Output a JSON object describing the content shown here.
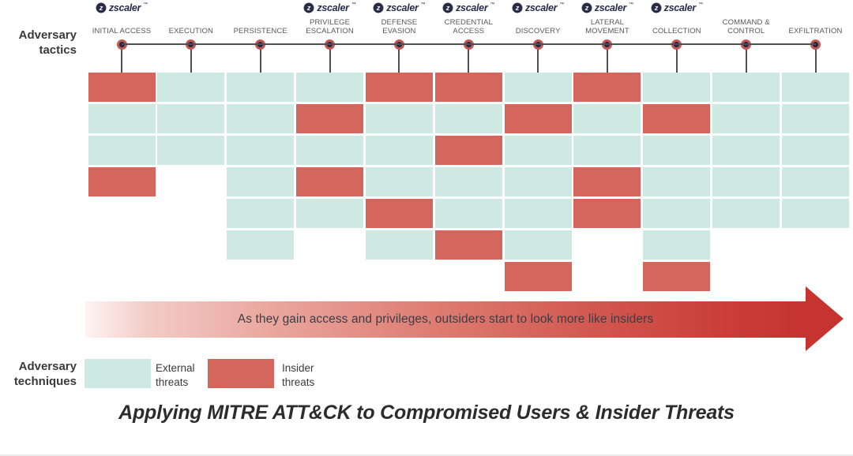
{
  "side_labels": {
    "tactics": "Adversary tactics",
    "techniques": "Adversary techniques"
  },
  "logo": {
    "text": "zscaler",
    "tm": "™"
  },
  "columns": [
    {
      "label": "INITIAL ACCESS",
      "has_logo": true,
      "cells": [
        "insider",
        "external",
        "external",
        "insider"
      ]
    },
    {
      "label": "EXECUTION",
      "has_logo": false,
      "cells": [
        "external",
        "external",
        "external"
      ]
    },
    {
      "label": "PERSISTENCE",
      "has_logo": false,
      "cells": [
        "external",
        "external",
        "external",
        "external",
        "external",
        "external"
      ]
    },
    {
      "label": "PRIVILEGE ESCALATION",
      "has_logo": true,
      "cells": [
        "external",
        "insider",
        "external",
        "insider",
        "external"
      ]
    },
    {
      "label": "DEFENSE EVASION",
      "has_logo": true,
      "cells": [
        "insider",
        "external",
        "external",
        "external",
        "insider",
        "external"
      ]
    },
    {
      "label": "CREDENTIAL ACCESS",
      "has_logo": true,
      "cells": [
        "insider",
        "external",
        "insider",
        "external",
        "external",
        "insider"
      ]
    },
    {
      "label": "DISCOVERY",
      "has_logo": true,
      "cells": [
        "external",
        "insider",
        "external",
        "external",
        "external",
        "external",
        "insider"
      ]
    },
    {
      "label": "LATERAL MOVEMENT",
      "has_logo": true,
      "cells": [
        "insider",
        "external",
        "external",
        "insider",
        "insider"
      ]
    },
    {
      "label": "COLLECTION",
      "has_logo": true,
      "cells": [
        "external",
        "insider",
        "external",
        "external",
        "external",
        "external",
        "insider"
      ]
    },
    {
      "label": "COMMAND & CONTROL",
      "has_logo": false,
      "cells": [
        "external",
        "external",
        "external",
        "external",
        "external"
      ]
    },
    {
      "label": "EXFILTRATION",
      "has_logo": false,
      "cells": [
        "external",
        "external",
        "external",
        "external",
        "external"
      ]
    }
  ],
  "arrow": {
    "text": "As they gain access and privileges, outsiders start to look more like insiders"
  },
  "legend": {
    "items": [
      {
        "name": "External threats",
        "type": "external",
        "color": "#cde9e2"
      },
      {
        "name": "Insider threats",
        "type": "insider",
        "color": "#d5665e"
      }
    ]
  },
  "title": "Applying MITRE ATT&CK to Compromised Users & Insider Threats",
  "colors": {
    "external": "#cde9e2",
    "insider": "#d5665e",
    "node_core": "#1f2647",
    "node_ring": "#c25853",
    "line": "#4f4f4f",
    "arrow_deep": "#c5342f",
    "logo_navy": "#262c49"
  }
}
